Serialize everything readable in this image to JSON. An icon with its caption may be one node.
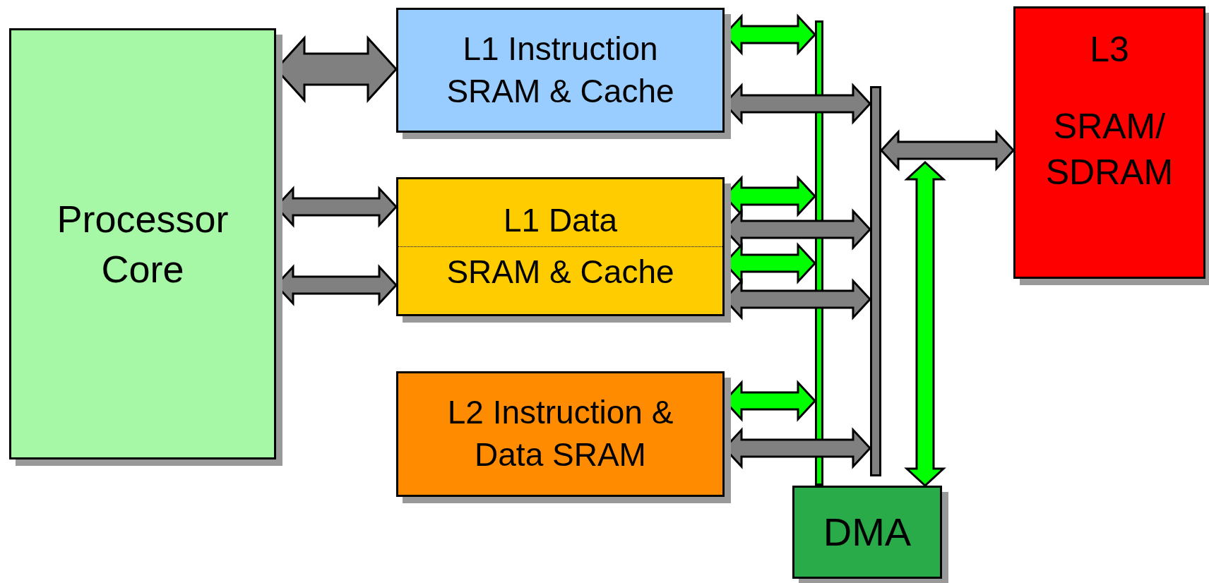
{
  "diagram": {
    "nodes": [
      {
        "text": [
          "Processor Core"
        ]
      },
      {
        "text": [
          "L1 Instruction SRAM & Cache"
        ]
      },
      {
        "text": [
          "L1 Data",
          "SRAM & Cache"
        ]
      },
      {
        "text": [
          "L2 Instruction & Data SRAM"
        ]
      },
      {
        "text": [
          "L3",
          "SRAM/ SDRAM"
        ]
      },
      {
        "text": [
          "DMA"
        ]
      },
      {
        "text": [],
        "shape": "bar"
      },
      {
        "text": [],
        "shape": "bar"
      }
    ],
    "edges": [
      {
        "from": 0,
        "to": 1,
        "arrow": "both"
      },
      {
        "from": 0,
        "to": 2,
        "arrow": "both"
      },
      {
        "from": 0,
        "to": 2,
        "arrow": "both"
      },
      {
        "from": 1,
        "to": 6,
        "arrow": "both",
        "color": "#00ff00"
      },
      {
        "from": 1,
        "to": 7,
        "arrow": "both"
      },
      {
        "from": 2,
        "to": 6,
        "arrow": "both",
        "color": "#00ff00"
      },
      {
        "from": 2,
        "to": 7,
        "arrow": "both"
      },
      {
        "from": 2,
        "to": 6,
        "arrow": "both",
        "color": "#00ff00"
      },
      {
        "from": 2,
        "to": 7,
        "arrow": "both"
      },
      {
        "from": 3,
        "to": 6,
        "arrow": "both",
        "color": "#00ff00"
      },
      {
        "from": 3,
        "to": 7,
        "arrow": "both"
      },
      {
        "from": 7,
        "to": 4,
        "arrow": "both"
      },
      {
        "from": 5,
        "to": null,
        "arrow": "both",
        "color": "#00ff00"
      }
    ]
  }
}
